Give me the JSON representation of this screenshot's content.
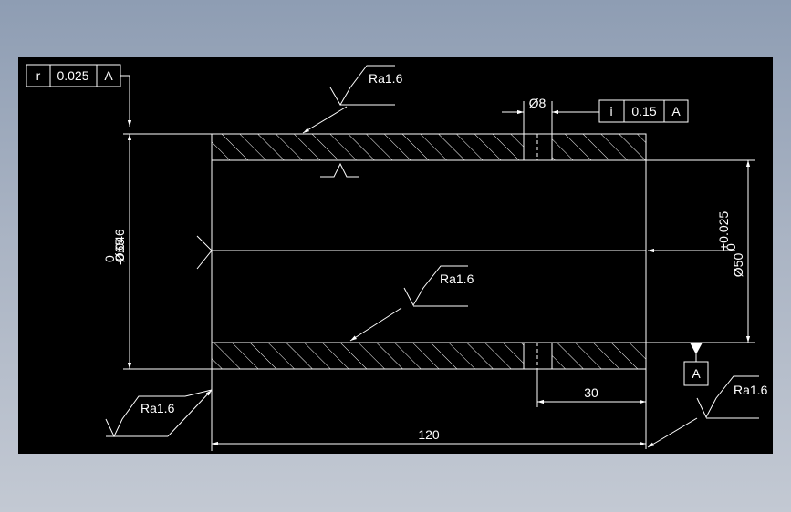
{
  "drawing": {
    "frame_top_left": {
      "symbol": "r",
      "tolerance": "0.025",
      "datum": "A"
    },
    "frame_top_right": {
      "symbol": "i",
      "tolerance": "0.15",
      "datum": "A"
    },
    "hole_dim": "Ø8",
    "outer_dia_label": "Ø65",
    "outer_dia_tol_upper": "0",
    "outer_dia_tol_lower": "-0.046",
    "inner_dia_label": "Ø50",
    "inner_dia_tol_upper": "+0.025",
    "inner_dia_tol_lower": "0",
    "roughness_1": "Ra1.6",
    "roughness_2": "Ra1.6",
    "roughness_3": "Ra1.6",
    "roughness_4": "Ra1.6",
    "datum_box": "A",
    "dim_30": "30",
    "dim_120": "120",
    "colors": {
      "line": "#ffffff",
      "background": "#000000"
    }
  }
}
